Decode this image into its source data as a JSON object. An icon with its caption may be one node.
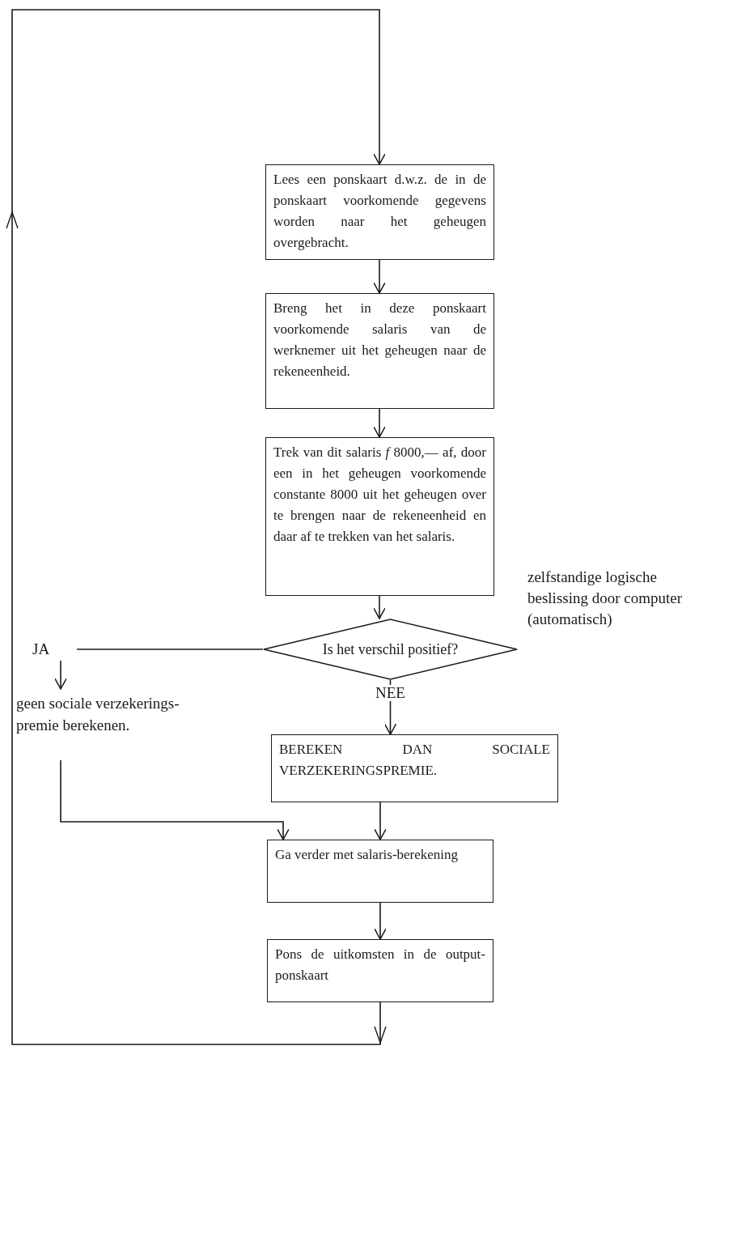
{
  "diagram": {
    "nodes": [
      {
        "text": [
          "Lees een ponskaart d.w.z. de in de ponskaart voorkomende gegevens worden naar het geheugen overgebracht."
        ]
      },
      {
        "text": [
          "Breng het in deze ponskaart voorkomende salaris van de werknemer uit het geheugen naar de rekeneenheid."
        ]
      },
      {
        "text": [
          "Trek van dit salaris *f* 8000,— af, door een in het geheugen voorkomende constante 8000 uit het geheugen over te brengen naar de rekeneenheid en daar af te trekken van het salaris."
        ]
      },
      {
        "text": [
          "Is het verschil positief?"
        ],
        "beside": [
          "zelfstandige logische beslissing door computer (automatisch)"
        ]
      },
      {
        "text": [
          "JA"
        ]
      },
      {
        "text": [
          "geen sociale verzekerings-premie berekenen."
        ]
      },
      {
        "text": [
          "BEREKEN DAN SOCIALE VERZEKERINGSPREMIE."
        ]
      },
      {
        "text": [
          "Ga verder met salaris-berekening"
        ]
      },
      {
        "text": [
          "Pons de uitkomsten in de output-ponskaart"
        ]
      }
    ],
    "edges": [
      {
        "from": 0,
        "to": 1,
        "arrow": "to"
      },
      {
        "from": 1,
        "to": 2,
        "arrow": "to"
      },
      {
        "from": 2,
        "to": 3,
        "arrow": "to"
      },
      {
        "from": 3,
        "to": 4,
        "arrow": "none"
      },
      {
        "from": 4,
        "to": 5,
        "arrow": "to"
      },
      {
        "from": 3,
        "to": 6,
        "arrow": "to",
        "label": "NEE"
      },
      {
        "from": 5,
        "to": 7,
        "arrow": "to"
      },
      {
        "from": 6,
        "to": 7,
        "arrow": "to"
      },
      {
        "from": 7,
        "to": 8,
        "arrow": "to"
      },
      {
        "from": 8,
        "to": 0,
        "arrow": "to"
      }
    ]
  }
}
